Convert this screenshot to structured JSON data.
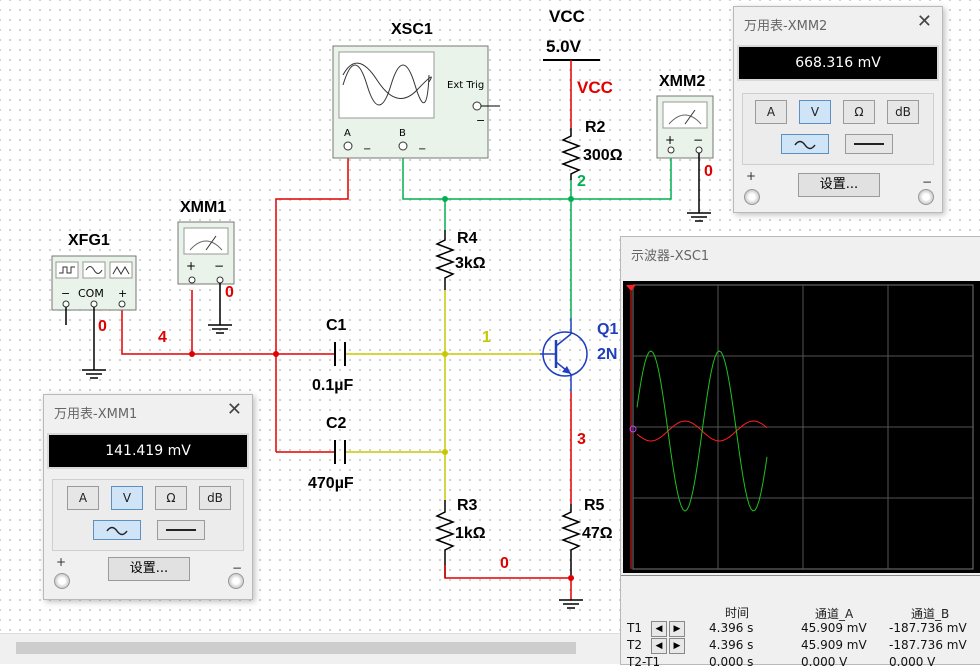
{
  "schematic": {
    "vcc_title": "VCC",
    "vcc_value": "5.0V",
    "vcc_net": "VCC",
    "xsc_label": "XSC1",
    "ext_trig": "Ext Trig",
    "ch_a": "A",
    "ch_b": "B",
    "xmm2_label": "XMM2",
    "xmm1_label": "XMM1",
    "xfg_label": "XFG1",
    "xfg_com": "COM",
    "r2_name": "R2",
    "r2_value": "300Ω",
    "r4_name": "R4",
    "r4_value": "3kΩ",
    "r3_name": "R3",
    "r3_value": "1kΩ",
    "r5_name": "R5",
    "r5_value": "47Ω",
    "c1_name": "C1",
    "c1_value": "0.1µF",
    "c2_name": "C2",
    "c2_value": "470µF",
    "q1_name": "Q1",
    "q1_part": "2N",
    "net_2": "2",
    "net_1": "1",
    "net_3": "3",
    "net_4": "4",
    "net_0a": "0",
    "net_0b": "0",
    "net_0c": "0",
    "net_0d": "0",
    "plus": "+",
    "minus": "−"
  },
  "xmm2_window": {
    "title": "万用表-XMM2",
    "reading": "668.316 mV",
    "btn_a": "A",
    "btn_v": "V",
    "btn_ohm": "Ω",
    "btn_db": "dB",
    "settings": "设置...",
    "plus": "+",
    "minus": "−"
  },
  "xmm1_window": {
    "title": "万用表-XMM1",
    "reading": "141.419 mV",
    "btn_a": "A",
    "btn_v": "V",
    "btn_ohm": "Ω",
    "btn_db": "dB",
    "settings": "设置...",
    "plus": "+",
    "minus": "−"
  },
  "scope_window": {
    "title": "示波器-XSC1",
    "col_time": "时间",
    "col_cha": "通道_A",
    "col_chb": "通道_B",
    "rows": [
      {
        "label": "T1",
        "time": "4.396 s",
        "cha": "45.909 mV",
        "chb": "-187.736 mV"
      },
      {
        "label": "T2",
        "time": "4.396 s",
        "cha": "45.909 mV",
        "chb": "-187.736 mV"
      },
      {
        "label": "T2-T1",
        "time": "0.000 s",
        "cha": "0.000 V",
        "chb": "0.000 V"
      }
    ],
    "trace_colors": {
      "a": "#ff2020",
      "b": "#20c020"
    }
  },
  "colors": {
    "wire_red": "#e00000",
    "wire_green": "#00b050",
    "wire_yellow": "#c8c800"
  }
}
